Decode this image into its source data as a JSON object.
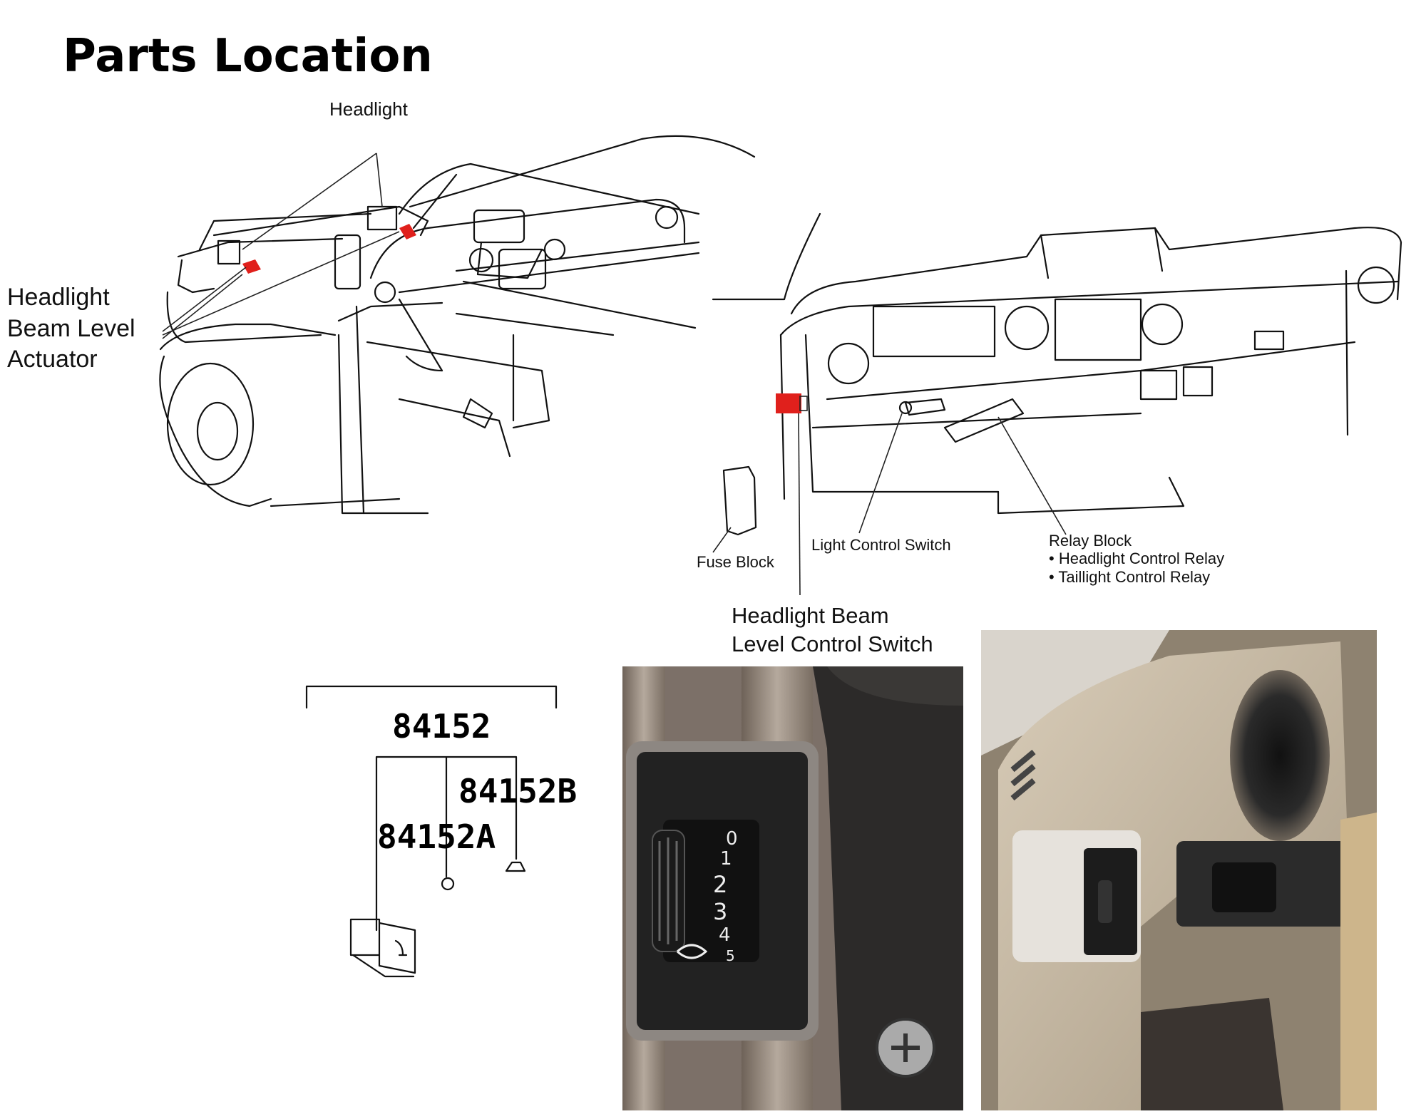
{
  "title": "Parts Location",
  "labels": {
    "headlight": "Headlight",
    "actuator_line1": "Headlight",
    "actuator_line2": "Beam Level",
    "actuator_line3": "Actuator",
    "fuse_block": "Fuse Block",
    "light_control_switch": "Light Control Switch",
    "relay_block": "Relay Block",
    "relay_item1": "• Headlight Control Relay",
    "relay_item2": "• Taillight Control Relay",
    "beam_switch_line1": "Headlight Beam",
    "beam_switch_line2": "Level Control Switch"
  },
  "part_numbers": {
    "main": "84152",
    "a": "84152A",
    "b": "84152B"
  },
  "dial_numbers": [
    "0",
    "1",
    "2",
    "3",
    "4",
    "5"
  ],
  "colors": {
    "highlight": "#e0201c",
    "dash_beige": "#c9bba3",
    "dash_dark": "#2b2b2b"
  }
}
